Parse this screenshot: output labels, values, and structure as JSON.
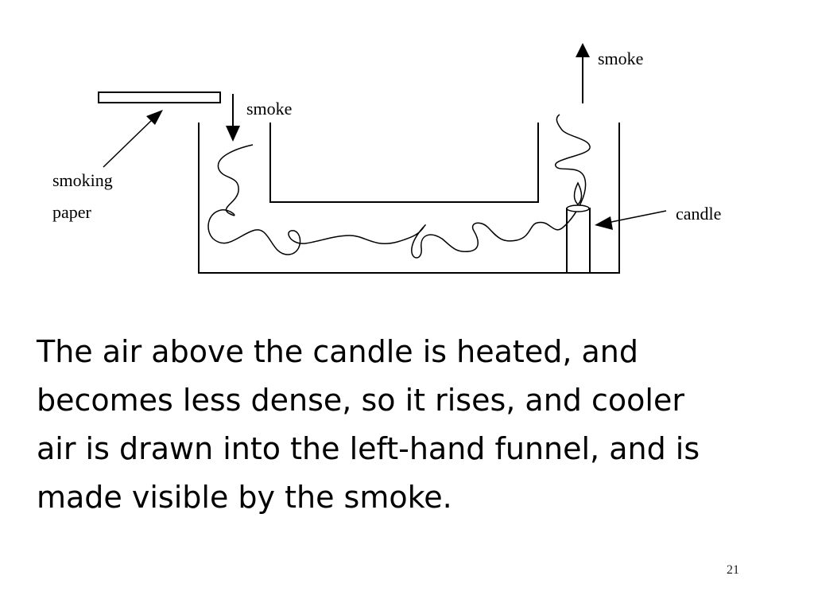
{
  "diagram": {
    "labels": {
      "smoke_top": "smoke",
      "smoke_left": "smoke",
      "smoking_paper_line1": "smoking",
      "smoking_paper_line2": "paper",
      "candle": "candle"
    }
  },
  "caption": {
    "lines": [
      "The air above the candle is heated, and",
      "becomes less dense, so it rises, and cooler",
      "air is drawn into the left-hand funnel, and is",
      "made visible by the smoke."
    ]
  },
  "page_number": "21"
}
